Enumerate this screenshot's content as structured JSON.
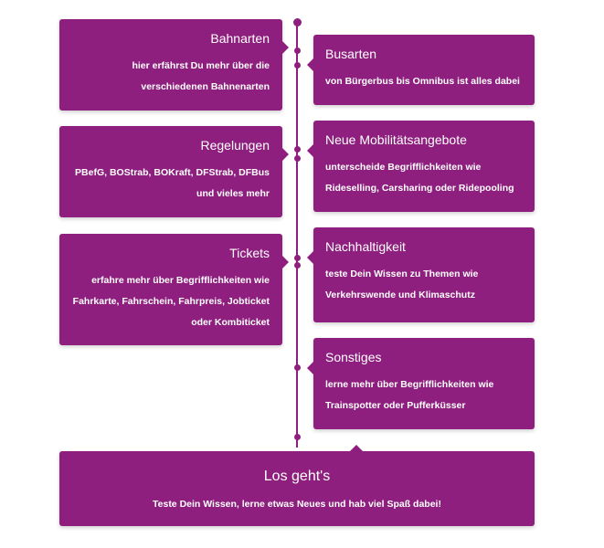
{
  "cards": [
    {
      "title": "Bahnarten",
      "desc": "hier erfährst Du mehr über die verschiedenen Bahnenarten"
    },
    {
      "title": "Busarten",
      "desc": "von Bürgerbus bis Omnibus ist alles dabei"
    },
    {
      "title": "Regelungen",
      "desc": "PBefG, BOStrab, BOKraft, DFStrab, DFBus und vieles mehr"
    },
    {
      "title": "Neue Mobilitätsangebote",
      "desc": "unterscheide Begrifflichkeiten wie Rideselling, Carsharing oder Ridepooling"
    },
    {
      "title": "Tickets",
      "desc": "erfahre mehr über Begrifflichkeiten wie Fahrkarte, Fahrschein, Fahrpreis, Jobticket oder Kombiticket"
    },
    {
      "title": "Nachhaltigkeit",
      "desc": "teste Dein Wissen zu Themen wie Verkehrswende und Klimaschutz"
    },
    {
      "title": "Sonstiges",
      "desc": "lerne mehr über Begrifflichkeiten wie Trainspotter oder Pufferküsser"
    }
  ],
  "final": {
    "title": "Los geht's",
    "desc": "Teste Dein Wissen, lerne etwas Neues und hab viel Spaß dabei!"
  },
  "colors": {
    "accent": "#8e1f7e",
    "background": "#ffffff"
  }
}
